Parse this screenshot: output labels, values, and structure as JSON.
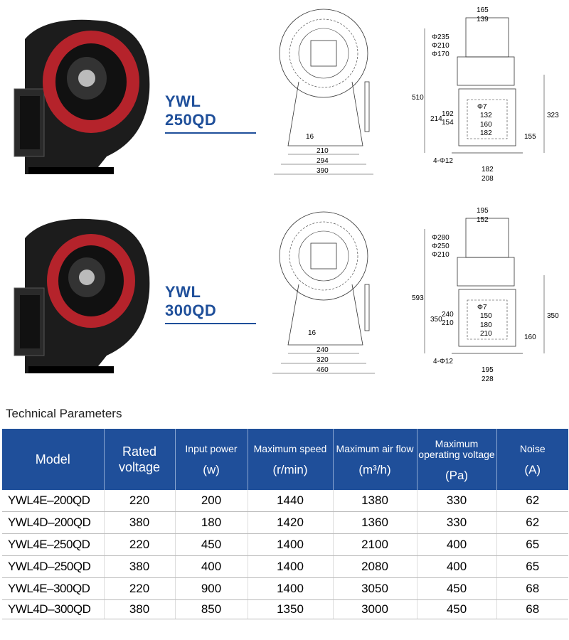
{
  "products": [
    {
      "model": "YWL 250QD",
      "side_view": {
        "dims": [
          "16",
          "210",
          "294",
          "390"
        ]
      },
      "front_view": {
        "top": [
          "165",
          "139"
        ],
        "shaft": [
          "Φ235",
          "Φ210",
          "Φ170"
        ],
        "height": "510",
        "left": [
          "214",
          "192",
          "154"
        ],
        "flange": [
          "Φ7",
          "132",
          "160",
          "182"
        ],
        "right": [
          "323",
          "155"
        ],
        "holes": "4-Φ12",
        "base": [
          "182",
          "208"
        ]
      }
    },
    {
      "model": "YWL 300QD",
      "side_view": {
        "dims": [
          "16",
          "240",
          "320",
          "460"
        ]
      },
      "front_view": {
        "top": [
          "195",
          "152"
        ],
        "shaft": [
          "Φ280",
          "Φ250",
          "Φ210"
        ],
        "height": "593",
        "left": [
          "350",
          "240",
          "210"
        ],
        "flange": [
          "Φ7",
          "150",
          "180",
          "210"
        ],
        "right": [
          "350",
          "160"
        ],
        "holes": "4-Φ12",
        "base": [
          "195",
          "228"
        ]
      }
    }
  ],
  "params": {
    "title": "Technical Parameters",
    "headers": [
      {
        "name": "Model",
        "unit": ""
      },
      {
        "name": "Rated voltage",
        "unit": ""
      },
      {
        "name": "Input power",
        "unit": "(w)"
      },
      {
        "name": "Maximum speed",
        "unit": "(r/min)"
      },
      {
        "name": "Maximum air flow",
        "unit": "(m³/h)"
      },
      {
        "name": "Maximum operating voltage",
        "unit": "(Pa)"
      },
      {
        "name": "Noise",
        "unit": "(A)"
      }
    ],
    "rows": [
      [
        "YWL4E–200QD",
        "220",
        "200",
        "1440",
        "1380",
        "330",
        "62"
      ],
      [
        "YWL4D–200QD",
        "380",
        "180",
        "1420",
        "1360",
        "330",
        "62"
      ],
      [
        "YWL4E–250QD",
        "220",
        "450",
        "1400",
        "2100",
        "400",
        "65"
      ],
      [
        "YWL4D–250QD",
        "380",
        "400",
        "1400",
        "2080",
        "400",
        "65"
      ],
      [
        "YWL4E–300QD",
        "220",
        "900",
        "1400",
        "3050",
        "450",
        "68"
      ],
      [
        "YWL4D–300QD",
        "380",
        "850",
        "1350",
        "3000",
        "450",
        "68"
      ]
    ]
  },
  "colors": {
    "header_bg": "#1f4f9a",
    "model_label": "#1f4f9a",
    "fan_red": "#c0272d",
    "fan_body": "#1c1c1c"
  }
}
